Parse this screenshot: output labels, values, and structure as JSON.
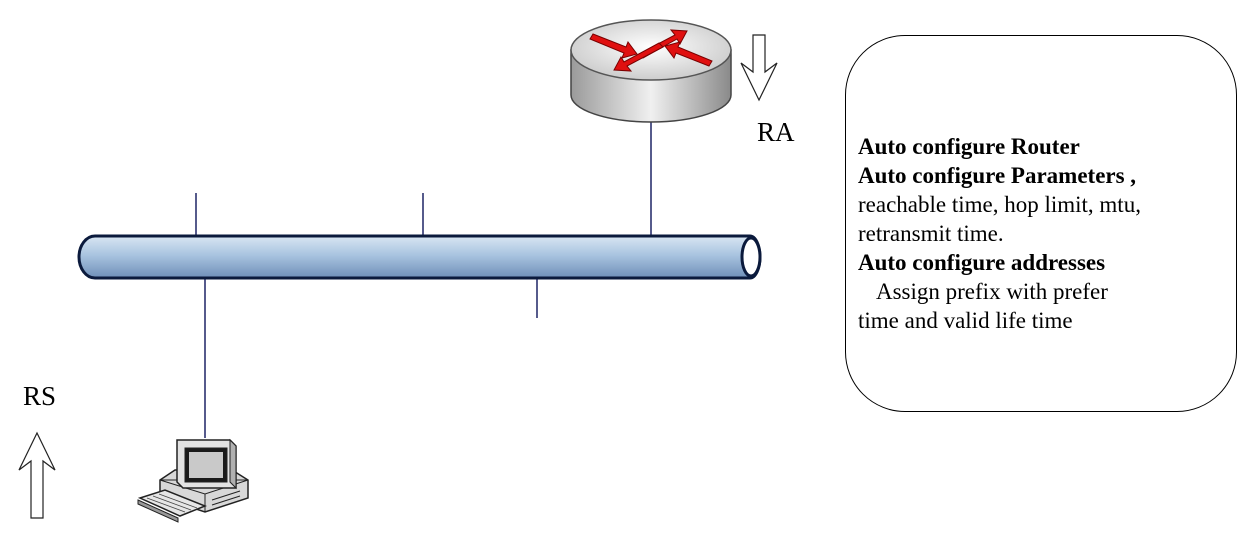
{
  "labels": {
    "ra": "RA",
    "rs": "RS"
  },
  "info_box": {
    "lines": [
      "Auto configure Router",
      "Auto configure Parameters ,",
      "reachable time, hop limit, mtu,",
      "retransmit time.",
      "Auto configure addresses",
      "Assign prefix with prefer",
      "time and valid life time"
    ]
  },
  "colors": {
    "bus_fill": "#a9c4e0",
    "bus_stroke": "#0b1a3c",
    "drop_line": "#1e2466",
    "router_body": "#d6d6d6",
    "router_arrows": "#e01010"
  }
}
